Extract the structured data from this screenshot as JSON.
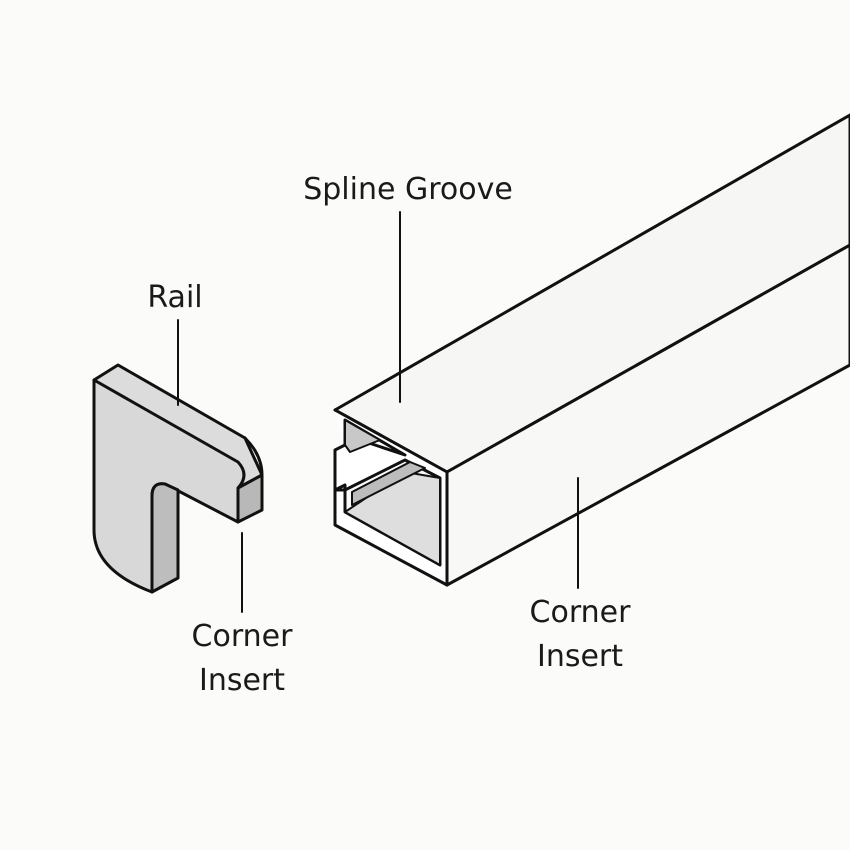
{
  "labels": {
    "spline_groove": "Spline Groove",
    "rail": "Rail",
    "corner_insert_left_line1": "Corner",
    "corner_insert_left_line2": "Insert",
    "corner_insert_right_line1": "Corner",
    "corner_insert_right_line2": "Insert"
  },
  "colors": {
    "stroke": "#111111",
    "face_light": "#e2e2e2",
    "face_mid": "#d2d2d2",
    "face_dark": "#b8b8b8",
    "beam": "#f7f7f5"
  }
}
